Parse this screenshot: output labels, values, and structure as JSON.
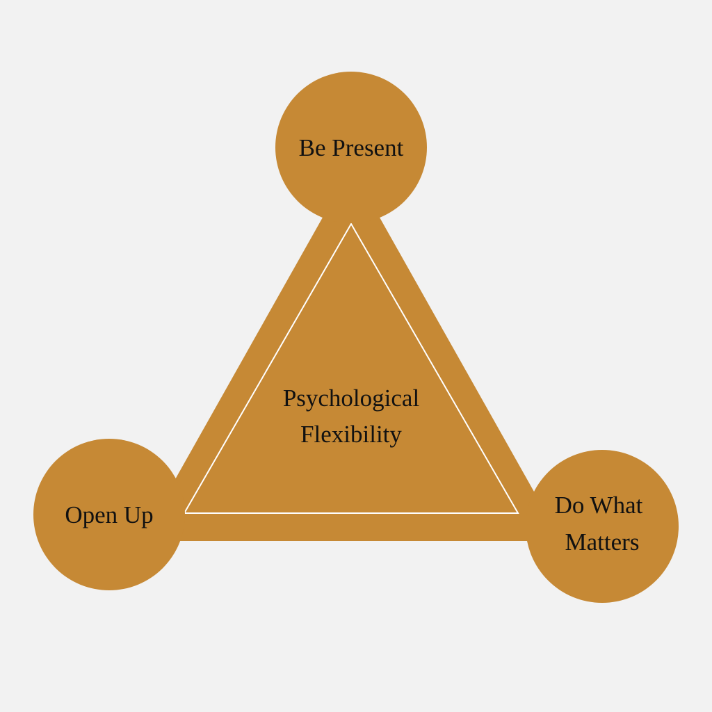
{
  "colors": {
    "background": "#f2f2f2",
    "shape_fill": "#c68935",
    "inner_outline": "#ffffff",
    "text": "#111111"
  },
  "center": {
    "line1": "Psychological",
    "line2": "Flexibility"
  },
  "nodes": {
    "top": {
      "label": "Be Present"
    },
    "left": {
      "label": "Open Up"
    },
    "right": {
      "line1": "Do What",
      "line2": "Matters"
    }
  }
}
